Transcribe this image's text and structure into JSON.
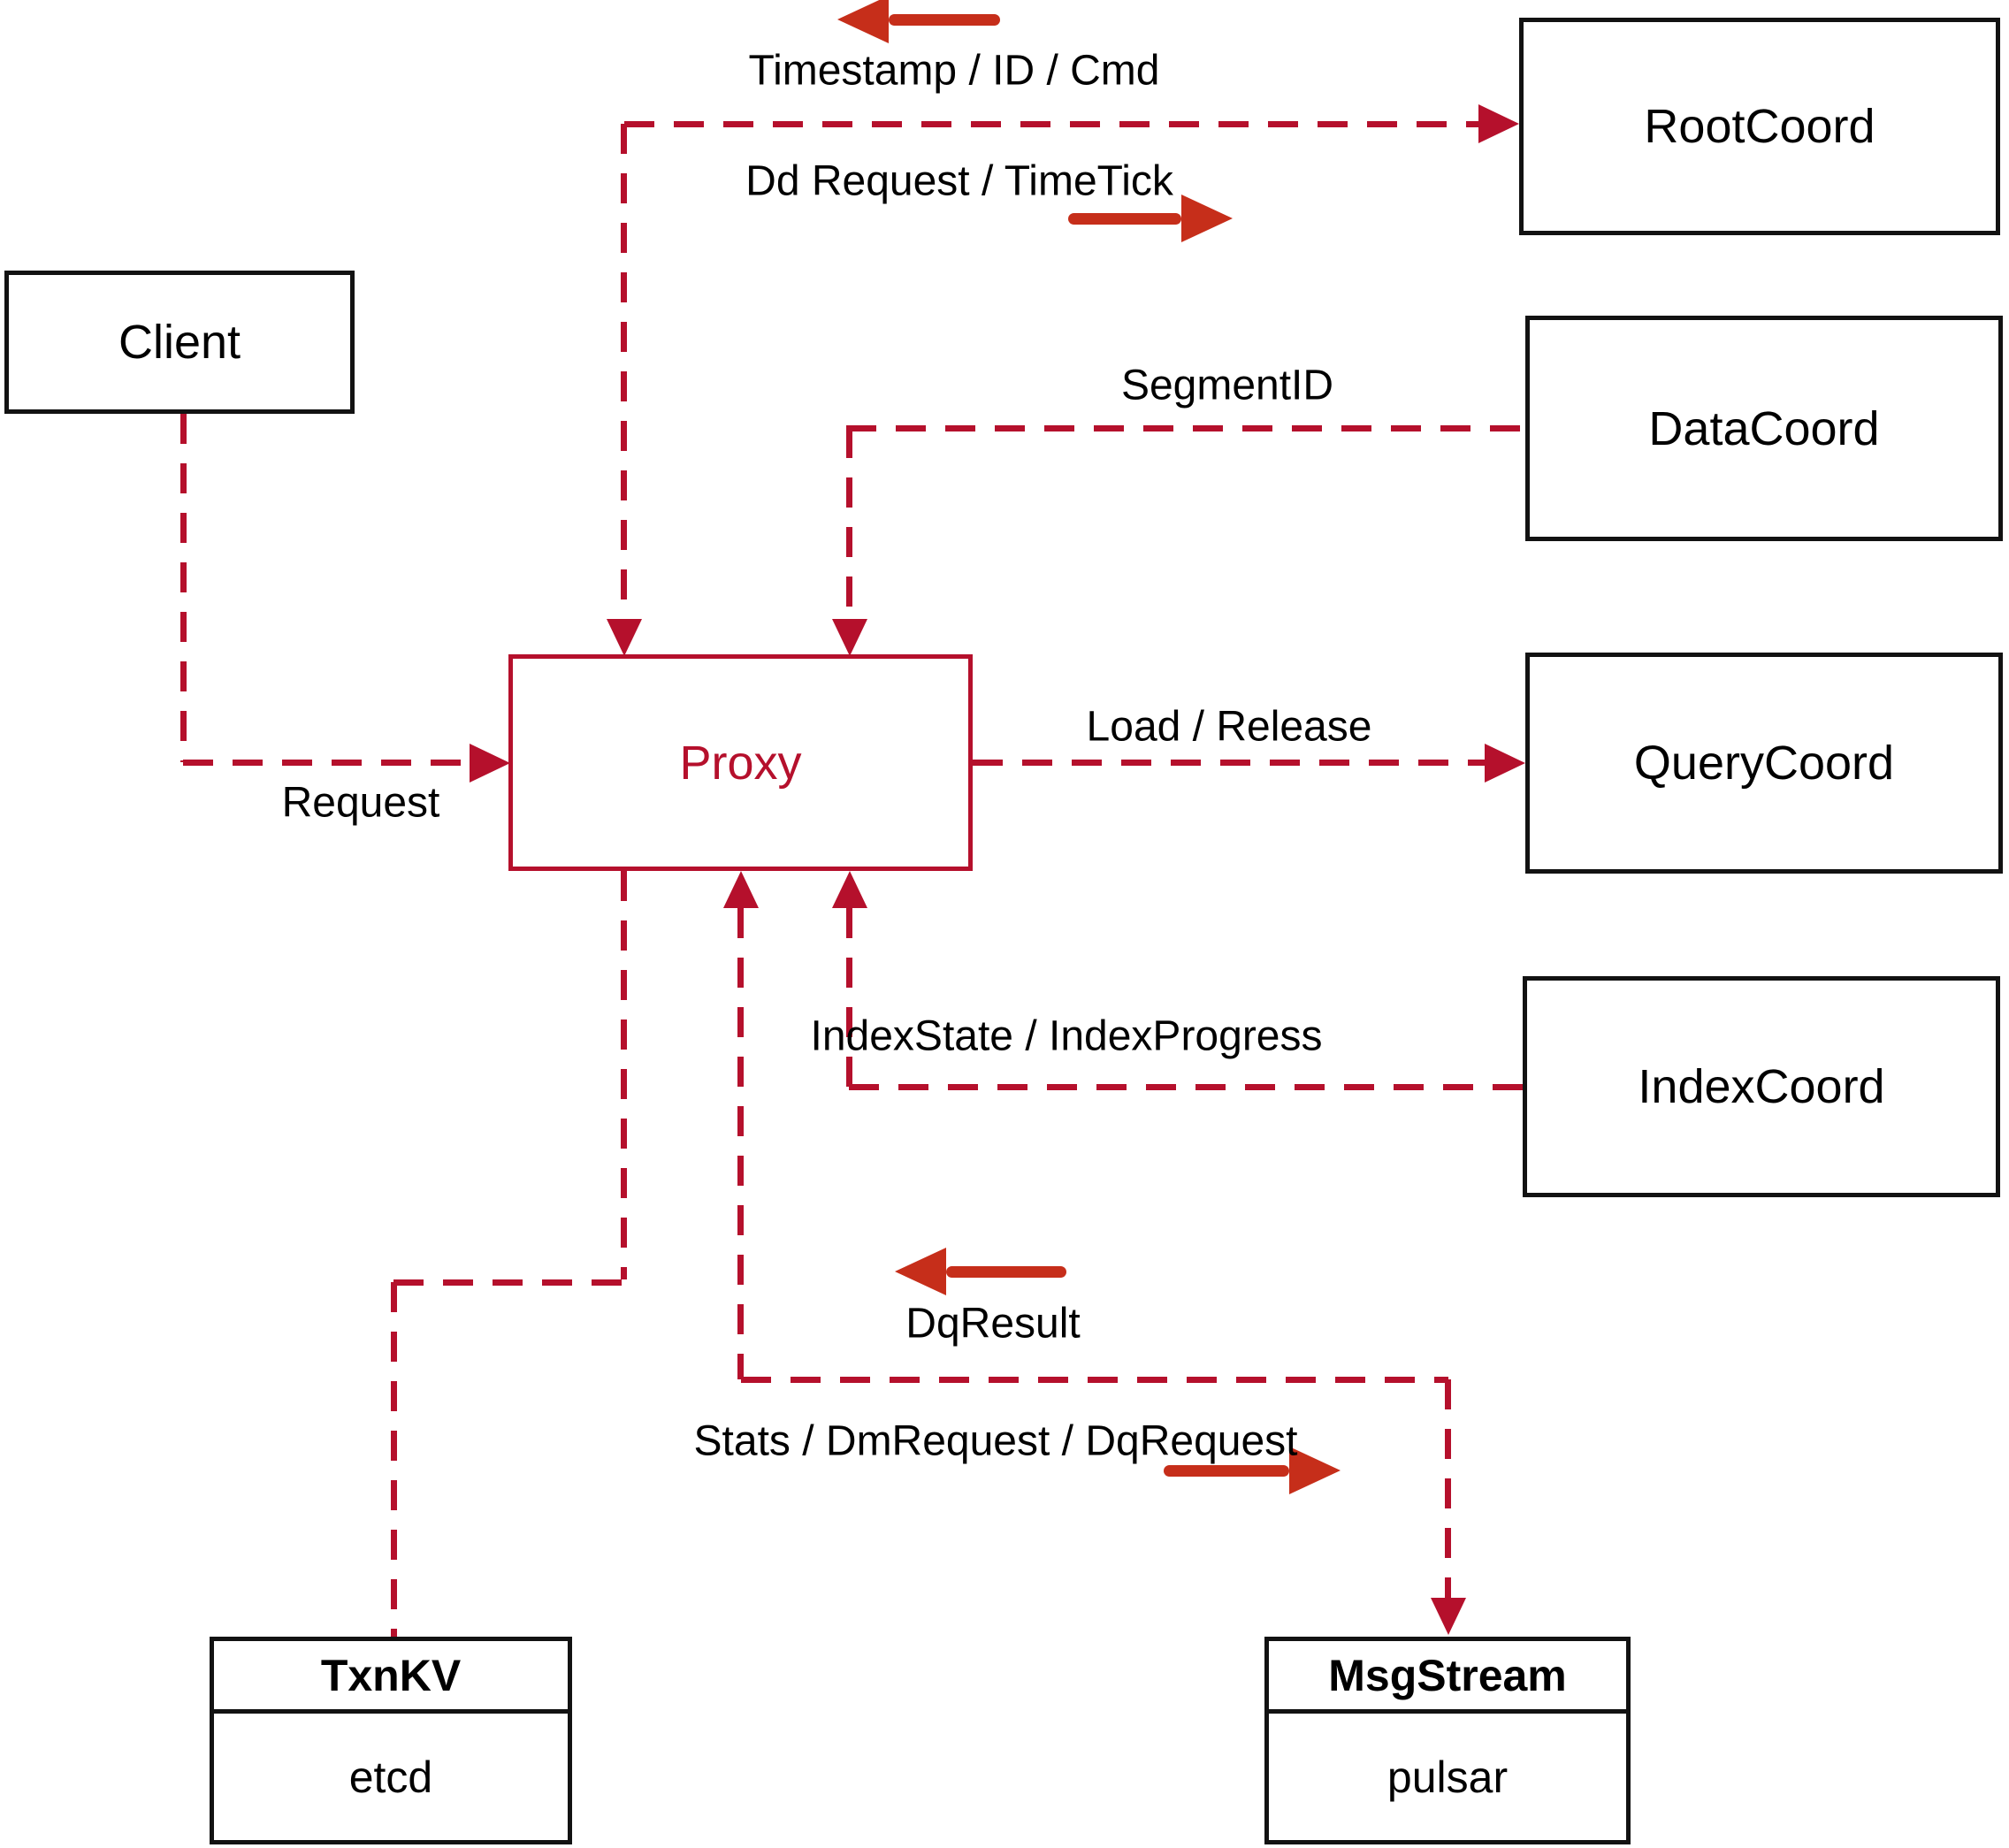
{
  "diagram": {
    "nodes": {
      "client": {
        "label": "Client"
      },
      "rootcoord": {
        "label": "RootCoord"
      },
      "datacoord": {
        "label": "DataCoord"
      },
      "querycoord": {
        "label": "QueryCoord"
      },
      "indexcoord": {
        "label": "IndexCoord"
      },
      "proxy": {
        "label": "Proxy"
      },
      "txnkv": {
        "title": "TxnKV",
        "subtitle": "etcd"
      },
      "msgstream": {
        "title": "MsgStream",
        "subtitle": "pulsar"
      }
    },
    "edge_labels": {
      "timestamp_id_cmd": "Timestamp / ID / Cmd",
      "dd_request_timetick": "Dd Request / TimeTick",
      "segment_id": "SegmentID",
      "load_release": "Load / Release",
      "index_state": "IndexState / IndexProgress",
      "request": "Request",
      "dq_result": "DqResult",
      "stats_dm_dq": "Stats / DmRequest / DqRequest"
    },
    "colors": {
      "line": "#b5102c",
      "arrow": "#c62e1a",
      "box_border": "#121212",
      "label_text": "#000000",
      "proxy_accent": "#b5102c",
      "background": "#ffffff"
    }
  }
}
